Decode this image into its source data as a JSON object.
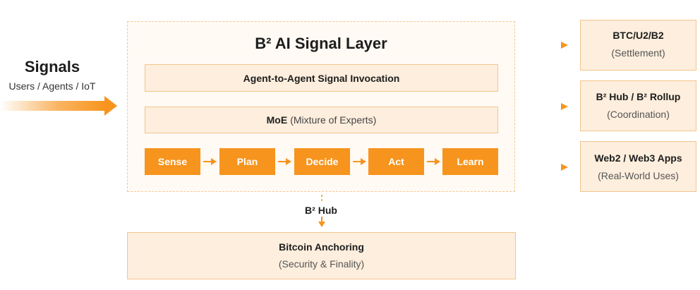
{
  "signals": {
    "title": "Signals",
    "subtitle": "Users / Agents / IoT"
  },
  "main_layer": {
    "title": "B² AI Signal Layer",
    "a2a_label": "Agent-to-Agent Signal Invocation",
    "moe_bold": "MoE",
    "moe_rest": "(Mixture of Experts)",
    "steps": [
      "Sense",
      "Plan",
      "Decide",
      "Act",
      "Learn"
    ]
  },
  "hub": {
    "label": "B² Hub"
  },
  "anchoring": {
    "title": "Bitcoin Anchoring",
    "subtitle": "(Security & Finality)"
  },
  "outputs": [
    {
      "title": "BTC/U2/B2",
      "subtitle": "(Settlement)"
    },
    {
      "title": "B² Hub / B² Rollup",
      "subtitle": "(Coordination)"
    },
    {
      "title": "Web2 / Web3 Apps",
      "subtitle": "(Real-World Uses)"
    }
  ],
  "colors": {
    "accent": "#f7941d",
    "panel_fill": "#fdeedd",
    "panel_border": "#f3c58c"
  }
}
